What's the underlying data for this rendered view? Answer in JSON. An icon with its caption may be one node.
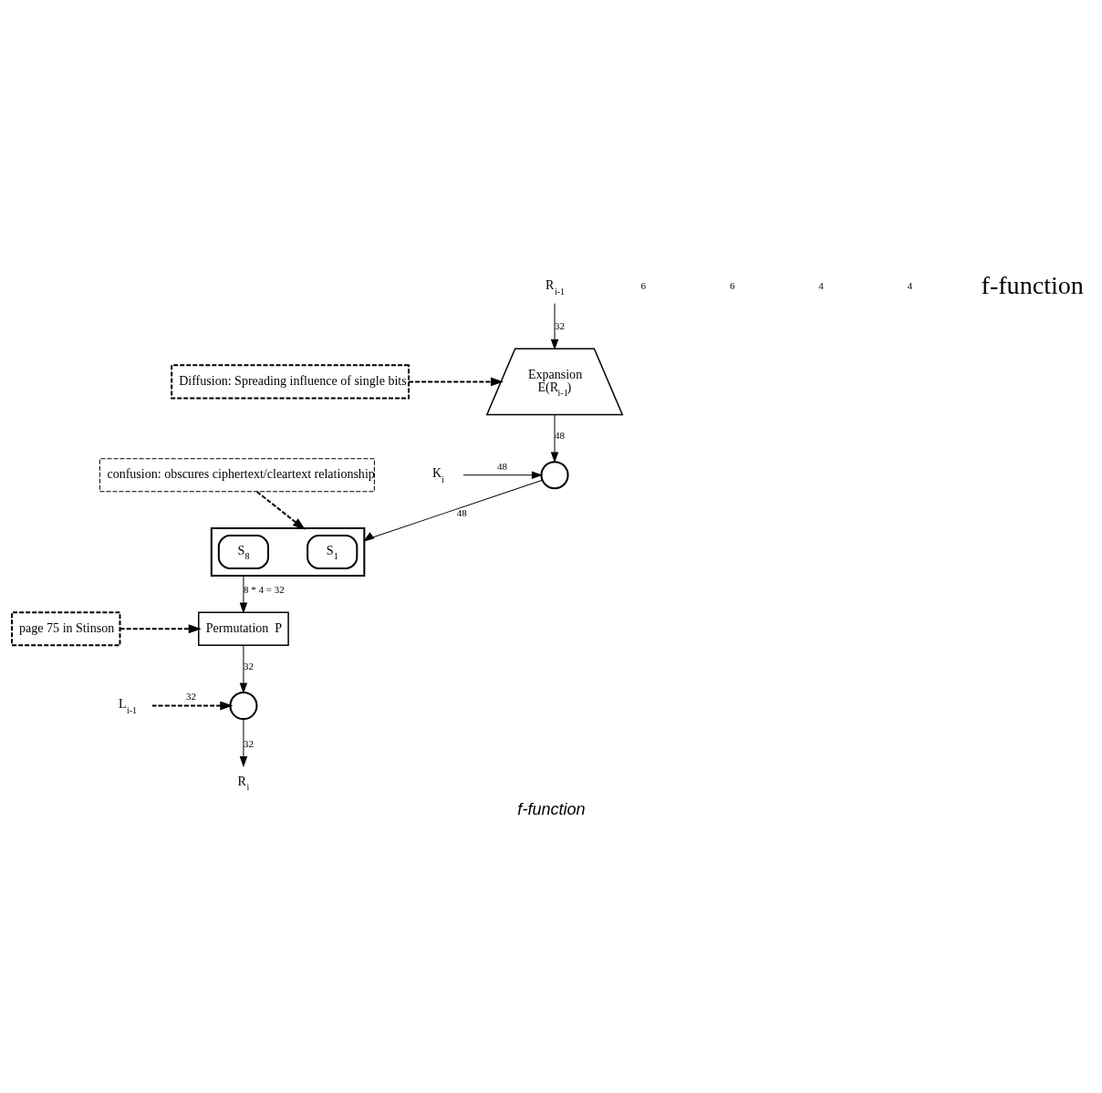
{
  "diagram": {
    "caption": "f-function",
    "nodes": [
      {
        "text": [
          "R$_{i-1}$"
        ]
      },
      {
        "text": [
          "Expansion",
          "E(R$_{i-1}$)"
        ]
      },
      {
        "text": [
          "Diffusion: Spreading influence of single bits"
        ]
      },
      {
        "text": [],
        "shape": "circle"
      },
      {
        "text": [
          "K$_{i}$"
        ]
      },
      {
        "text": [],
        "shape": "box"
      },
      {
        "text": [
          "S$_{1}$"
        ],
        "in": 5
      },
      {
        "text": [
          "S$_{8}$"
        ],
        "in": 5
      },
      {
        "text": [
          "confusion: obscures ciphertext/cleartext relationship"
        ]
      },
      {
        "text": [
          "Permutation  P"
        ]
      },
      {
        "text": [
          "page 75 in Stinson"
        ]
      },
      {
        "text": [
          "L$_{i-1}$"
        ]
      },
      {
        "text": [],
        "shape": "circle"
      },
      {
        "text": [
          "R$_{i}$"
        ]
      }
    ],
    "edges": [
      {
        "from": 0,
        "to": 1,
        "arrow": "to",
        "label": "32"
      },
      {
        "from": 2,
        "to": 1,
        "arrow": "to",
        "style": "dashed"
      },
      {
        "from": 1,
        "to": 3,
        "arrow": "to",
        "label": "48"
      },
      {
        "from": 4,
        "to": 3,
        "arrow": "to",
        "label": "48"
      },
      {
        "from": 3,
        "to": 5,
        "arrow": "to",
        "label": "48"
      },
      {
        "from": 8,
        "to": 5,
        "arrow": "to",
        "style": "dashed"
      },
      {
        "from": 5,
        "to": 9,
        "arrow": "to",
        "label": "8 * 4 = 32"
      },
      {
        "from": 10,
        "to": 9,
        "arrow": "to",
        "style": "dashed"
      },
      {
        "from": 9,
        "to": 12,
        "arrow": "to",
        "label": "32"
      },
      {
        "from": 11,
        "to": 12,
        "arrow": "to",
        "label": "32",
        "style": "dashed"
      },
      {
        "from": 12,
        "to": 13,
        "arrow": "to",
        "label": "32"
      }
    ],
    "labels": [
      "6",
      "6",
      "4",
      "4",
      "f-function"
    ]
  }
}
